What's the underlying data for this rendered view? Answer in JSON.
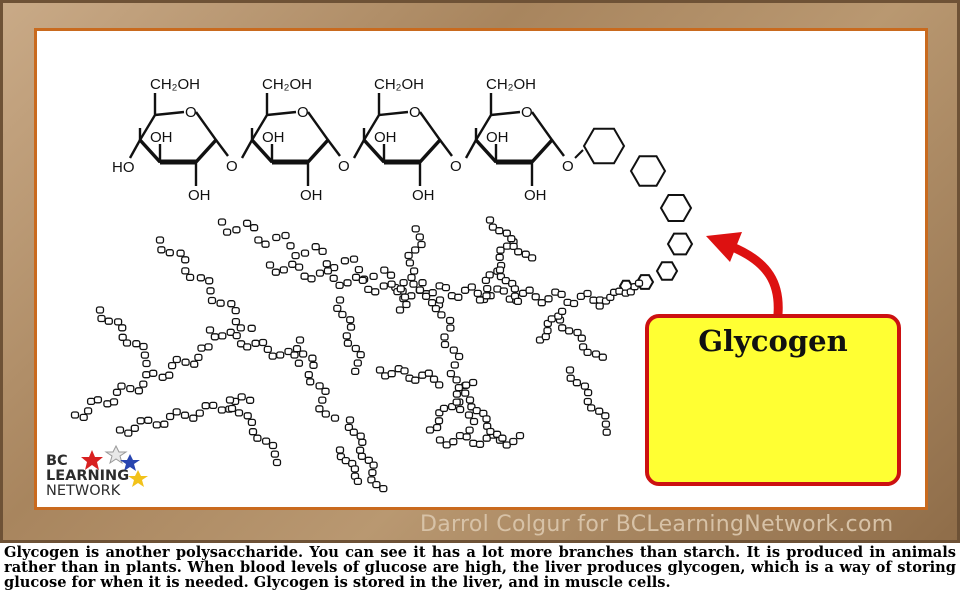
{
  "diagram": {
    "molecule_labels": {
      "ch2oh": "CH₂OH",
      "o": "O",
      "oh": "OH",
      "ho": "HO"
    },
    "callout_label": "Glycogen",
    "colors": {
      "callout_fill": "#ffff33",
      "callout_border": "#cc1111",
      "arrow": "#dd1111",
      "frame_border": "#c96a1e"
    }
  },
  "logo": {
    "line1": "BC",
    "line2": "LEARNING",
    "line3": "NETWORK"
  },
  "watermark": "Darrol Colgur for BCLearningNetwork.com",
  "caption": "Glycogen is another polysaccharide. You can see it has a lot more branches than starch. It is produced in animals rather than in plants. When blood levels of glucose are high, the liver produces glycogen, which is a way of storing glucose for when it is needed. Glycogen is stored in the liver, and in muscle cells."
}
